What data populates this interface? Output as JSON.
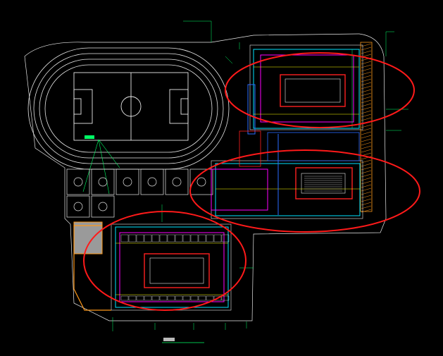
{
  "drawing": {
    "background": "#000000",
    "linework_colors": {
      "white": "#e8e8e8",
      "green": "#00ff66",
      "magenta": "#ff00ff",
      "cyan": "#00e5ff",
      "blue": "#2a6bff",
      "yellow": "#ffff00",
      "red": "#ff2020",
      "orange": "#ff9a1a"
    },
    "highlight_color": "#ff1a1a",
    "highlight_count": 3,
    "sports_field": {
      "courts_row1": 6,
      "courts_row2": 2
    }
  }
}
